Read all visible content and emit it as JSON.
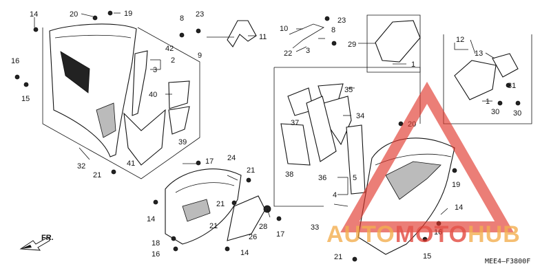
{
  "callouts": [
    {
      "id": "c14a",
      "text": "14"
    },
    {
      "id": "c20a",
      "text": "20"
    },
    {
      "id": "c19a",
      "text": "19"
    },
    {
      "id": "c8a",
      "text": "8"
    },
    {
      "id": "c23a",
      "text": "23"
    },
    {
      "id": "c42",
      "text": "42"
    },
    {
      "id": "c2",
      "text": "2"
    },
    {
      "id": "c3a",
      "text": "3"
    },
    {
      "id": "c9",
      "text": "9"
    },
    {
      "id": "c11",
      "text": "11"
    },
    {
      "id": "c16a",
      "text": "16"
    },
    {
      "id": "c15a",
      "text": "15"
    },
    {
      "id": "c40",
      "text": "40"
    },
    {
      "id": "c39",
      "text": "39"
    },
    {
      "id": "c32",
      "text": "32"
    },
    {
      "id": "c41",
      "text": "41"
    },
    {
      "id": "c21a",
      "text": "21"
    },
    {
      "id": "c10",
      "text": "10"
    },
    {
      "id": "c23b",
      "text": "23"
    },
    {
      "id": "c8b",
      "text": "8"
    },
    {
      "id": "c22",
      "text": "22"
    },
    {
      "id": "c3b",
      "text": "3"
    },
    {
      "id": "c29",
      "text": "29"
    },
    {
      "id": "c1a",
      "text": "1"
    },
    {
      "id": "c12",
      "text": "12"
    },
    {
      "id": "c13",
      "text": "13"
    },
    {
      "id": "c1b",
      "text": "1"
    },
    {
      "id": "c31",
      "text": "31"
    },
    {
      "id": "c30a",
      "text": "30"
    },
    {
      "id": "c30b",
      "text": "30"
    },
    {
      "id": "c35",
      "text": "35"
    },
    {
      "id": "c37",
      "text": "37"
    },
    {
      "id": "c34",
      "text": "34"
    },
    {
      "id": "c20b",
      "text": "20"
    },
    {
      "id": "c38",
      "text": "38"
    },
    {
      "id": "c36",
      "text": "36"
    },
    {
      "id": "c5",
      "text": "5"
    },
    {
      "id": "c4",
      "text": "4"
    },
    {
      "id": "c19b",
      "text": "19"
    },
    {
      "id": "c14b",
      "text": "14"
    },
    {
      "id": "c17a",
      "text": "17"
    },
    {
      "id": "c24",
      "text": "24"
    },
    {
      "id": "c21b",
      "text": "21"
    },
    {
      "id": "c21c",
      "text": "21"
    },
    {
      "id": "c14c",
      "text": "14"
    },
    {
      "id": "c21d",
      "text": "21"
    },
    {
      "id": "c28",
      "text": "28"
    },
    {
      "id": "c17b",
      "text": "17"
    },
    {
      "id": "c18",
      "text": "18"
    },
    {
      "id": "c26",
      "text": "26"
    },
    {
      "id": "c16b",
      "text": "16"
    },
    {
      "id": "c14d",
      "text": "14"
    },
    {
      "id": "c33",
      "text": "33"
    },
    {
      "id": "c16c",
      "text": "16"
    },
    {
      "id": "c21e",
      "text": "21"
    },
    {
      "id": "c15b",
      "text": "15"
    }
  ],
  "direction_label": "FR.",
  "diagram_code": "MEE4–F3800F",
  "watermark": {
    "part1": "AUTO",
    "part2": "MOTO",
    "part3": "HUB",
    "color_red": "#e0352b",
    "color_orange": "#f0a030"
  }
}
